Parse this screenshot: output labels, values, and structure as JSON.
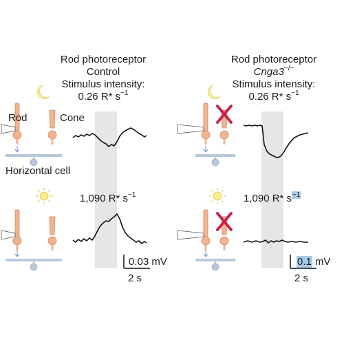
{
  "left_panel": {
    "header_line1": "Rod photoreceptor",
    "header_line2": "Control",
    "stimulus_label": "Stimulus intensity:",
    "dim_intensity_value": "0.26 R* s",
    "dim_intensity_exp": "−1",
    "bright_intensity_value": "1,090 R* s",
    "bright_intensity_exp": "−1",
    "rod_label": "Rod",
    "cone_label": "Cone",
    "horizontal_cell_label": "Horizontal cell",
    "scale_voltage": "0.03 mV",
    "scale_time": "2 s"
  },
  "right_panel": {
    "header_line1": "Rod photoreceptor",
    "genotype": "Cnga3",
    "genotype_sup": "−/−",
    "stimulus_label": "Stimulus intensity:",
    "dim_intensity_value": "0.26 R* s",
    "dim_intensity_exp": "−1",
    "bright_intensity_value": "1,090 R* s",
    "bright_intensity_exp": "−1",
    "scale_voltage_highlight": "0.1",
    "scale_voltage_unit": " mV",
    "scale_time": "2 s"
  },
  "icons": {
    "dim_stimulus": "crescent-moon-icon",
    "bright_stimulus": "sun-icon",
    "knockout_marker": "red-x-icon",
    "recording": "electrode-icon"
  },
  "colors": {
    "stimulus_band": "#e6e6e6",
    "photoreceptor": "#f2b38f",
    "horizontal_cell": "#b9c7dd",
    "knockout_x": "#c8244a",
    "moon": "#f6eb9a",
    "sun": "#f8ee8c",
    "trace": "#111111",
    "highlight": "#a9cbe6"
  }
}
